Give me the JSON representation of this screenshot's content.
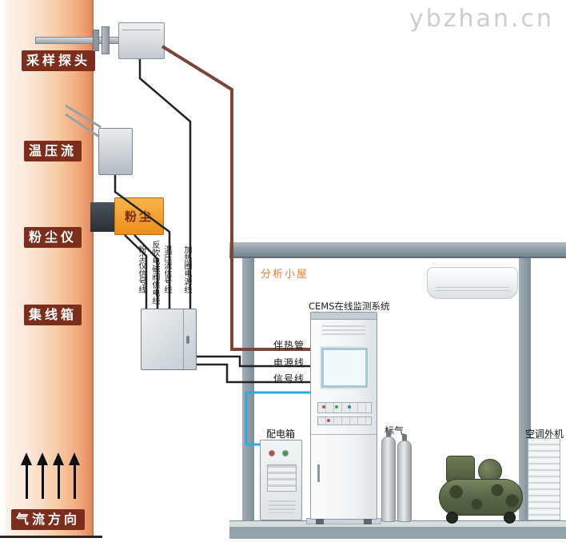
{
  "watermark": "ybzhan.cn",
  "stack": {
    "probe_label": "采样探头",
    "tpf_label": "温压流",
    "dust_label": "粉尘仪",
    "junction_label": "集线箱",
    "airflow_label": "气流方向",
    "dust_device_text": "粉尘"
  },
  "cable_labels": {
    "dust_signal": "粉尘仪信号线",
    "blowback_power": "反吹电磁阀供电线",
    "tpf_signal": "温压流信号线",
    "heater_power": "加热圈电源线",
    "heat_trace": "伴热管",
    "power": "电源线",
    "signal": "信号线"
  },
  "shed": {
    "title": "分析小屋",
    "cems_title": "CEMS在线监测系统",
    "distribution_box_label": "配电箱",
    "standard_gas_label": "标气",
    "ac_outdoor_label": "空调外机"
  },
  "colors": {
    "stack_label_bg": "#7d2d1c",
    "shed_title_orange": "#e87b2e",
    "wire_brown": "#7a4636",
    "wire_black": "#222222",
    "wire_blue": "#29abe2",
    "dust_meter_orange": "#ee8d1c",
    "compressor_green": "#5a6948",
    "shed_frame_gray": "#8b99a3"
  }
}
